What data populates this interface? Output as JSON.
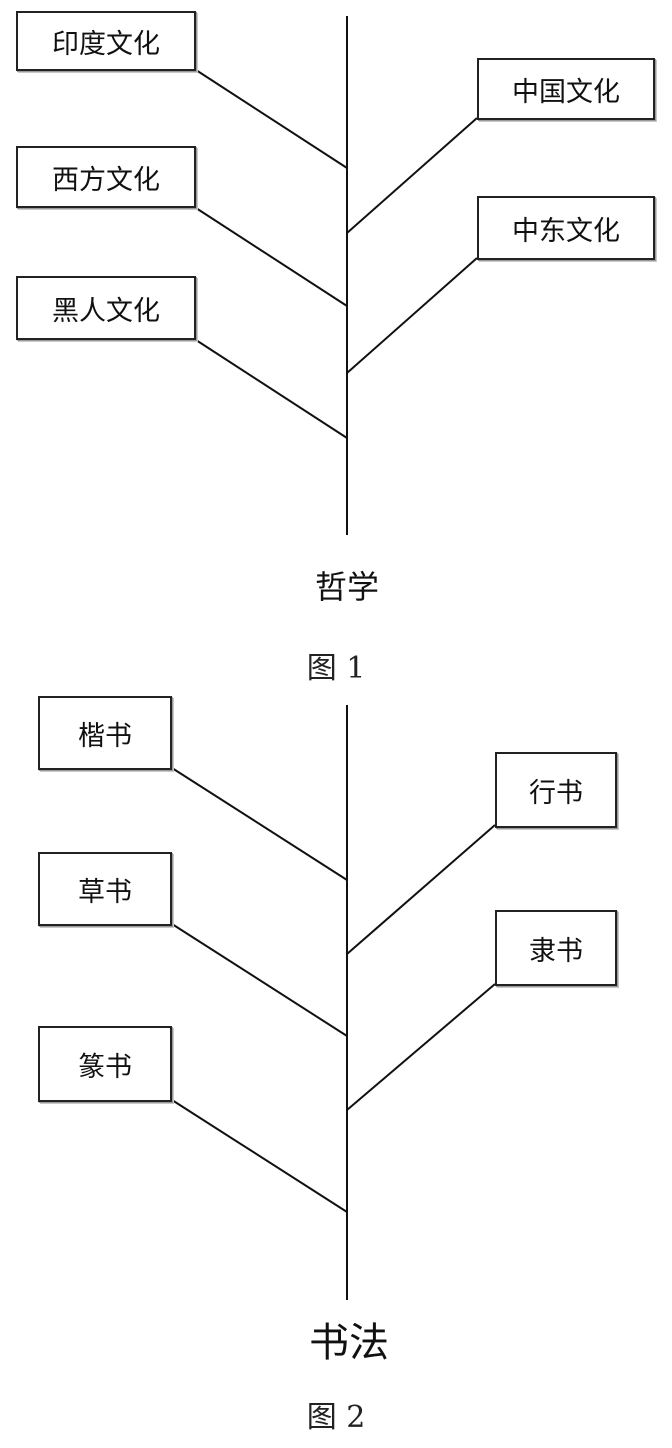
{
  "diagrams": [
    {
      "root": "哲学",
      "caption": "图 1",
      "left_branches": [
        "印度文化",
        "西方文化",
        "黑人文化"
      ],
      "right_branches": [
        "中国文化",
        "中东文化"
      ]
    },
    {
      "root": "书法",
      "caption": "图 2",
      "left_branches": [
        "楷书",
        "草书",
        "篆书"
      ],
      "right_branches": [
        "行书",
        "隶书"
      ]
    }
  ]
}
